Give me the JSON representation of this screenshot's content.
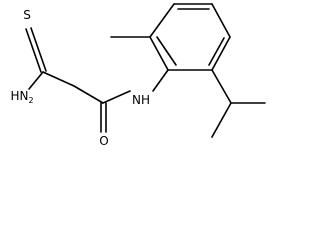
{
  "molecule": {
    "labels": {
      "thio_sulfur": "S",
      "amide_oxygen": "O",
      "amine_h": "H",
      "amine_n": "N",
      "amine_sub": "2",
      "amide_nh": "NH"
    }
  }
}
